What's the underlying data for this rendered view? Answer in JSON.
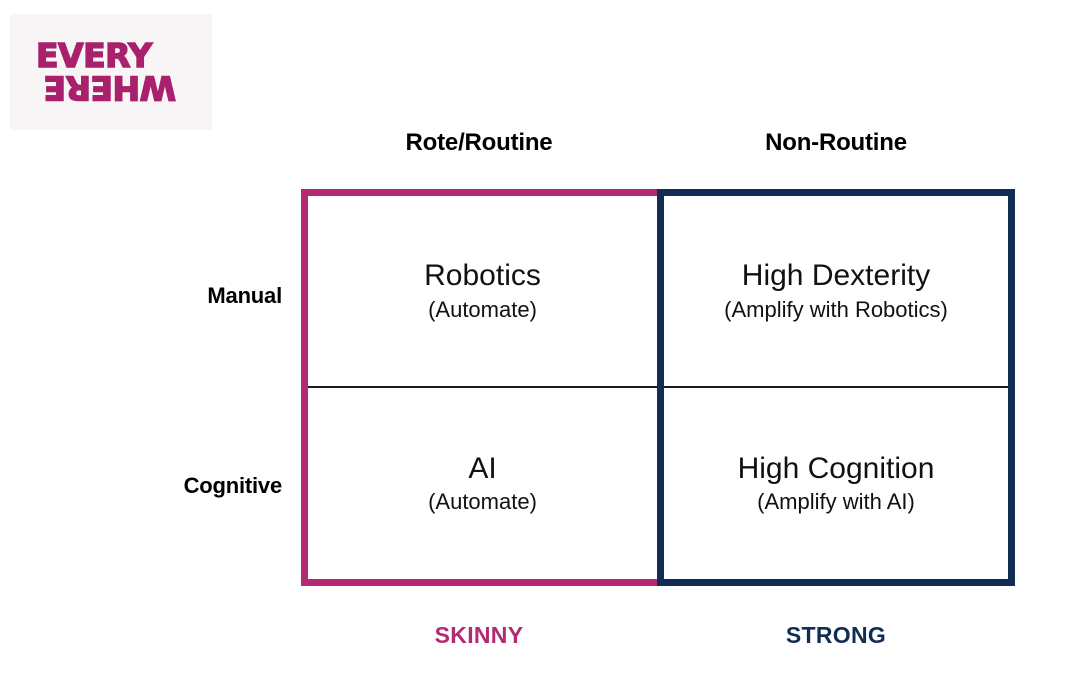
{
  "logo": {
    "line1": "EVERY",
    "line2": "WHERE",
    "color": "#a9206c",
    "background": "#f7f5f6"
  },
  "matrix": {
    "column_headers": [
      "Rote/Routine",
      "Non-Routine"
    ],
    "row_labels": [
      "Manual",
      "Cognitive"
    ],
    "footer_labels": [
      "SKINNY",
      "STRONG"
    ],
    "colors": {
      "left_border": "#b22a72",
      "right_border": "#122d55",
      "divider": "#1a1a1a",
      "skinny_text": "#b22a72",
      "strong_text": "#122d55"
    },
    "cells": [
      {
        "title": "Robotics",
        "subtitle": "(Automate)"
      },
      {
        "title": "High Dexterity",
        "subtitle": "(Amplify with Robotics)"
      },
      {
        "title": "AI",
        "subtitle": "(Automate)"
      },
      {
        "title": "High Cognition",
        "subtitle": "(Amplify with AI)"
      }
    ]
  }
}
